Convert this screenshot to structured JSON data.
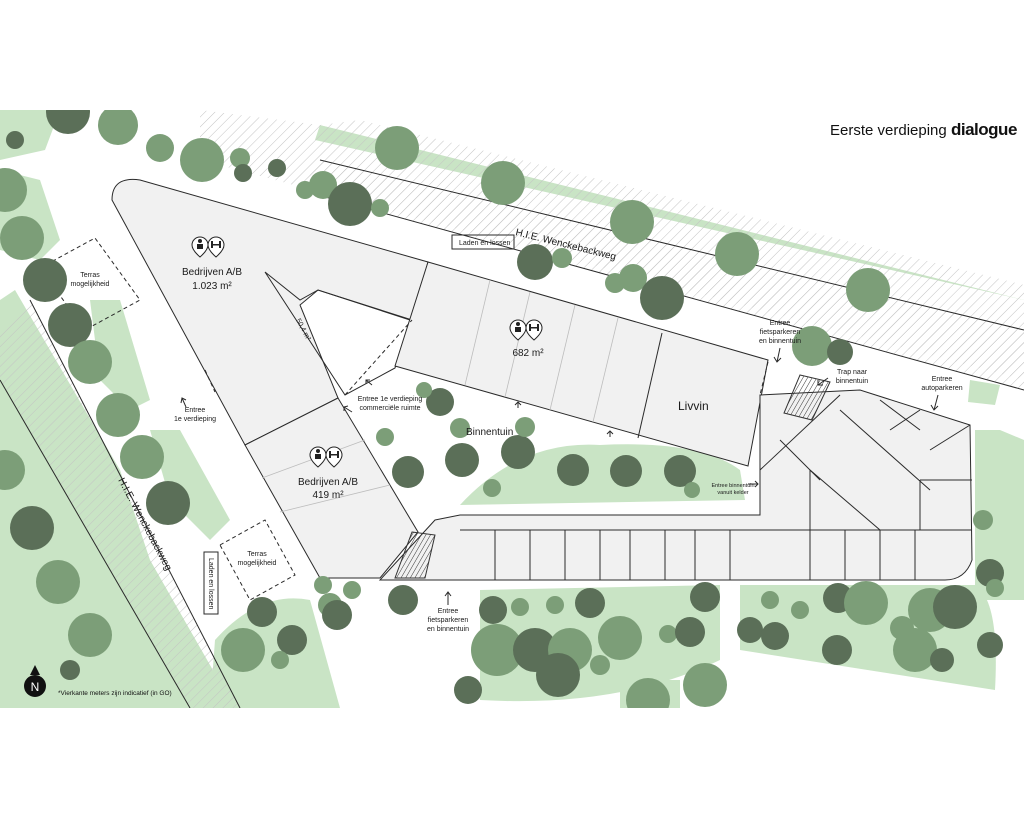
{
  "header": {
    "title": "Eerste verdieping",
    "logo": "dialogue"
  },
  "roads": {
    "top": "H.I.E. Wenckebackweg",
    "left": "H.I.E. Wenckebackweg"
  },
  "labels": {
    "laden_top": "Laden en lossen",
    "laden_left": "Laden en lossen",
    "terras_top": [
      "Terras",
      "mogelijkheid"
    ],
    "terras_bottom": [
      "Terras",
      "mogelijkheid"
    ],
    "notch_area": "50,4 m²",
    "binnentuin": "Binnentuin",
    "livvin": "Livvin"
  },
  "units": [
    {
      "name": "Bedrijven A/B",
      "area": "1.023 m²"
    },
    {
      "name": "",
      "area": "682 m²"
    },
    {
      "name": "Bedrijven A/B",
      "area": "419 m²"
    }
  ],
  "entrances": {
    "first_floor": [
      "Entree",
      "1e verdieping"
    ],
    "commercial": [
      "Entree 1e verdieping",
      "commerciële ruimte"
    ],
    "bike_top": [
      "Entree",
      "fietsparkeren",
      "en binnentuin"
    ],
    "stairs": [
      "Trap naar",
      "binnentuin"
    ],
    "car": [
      "Entree",
      "autoparkeren"
    ],
    "cellar": [
      "Entree binnentuin",
      "vanuit kelder"
    ],
    "bike_bottom": [
      "Entree",
      "fietsparkeren",
      "en binnentuin"
    ]
  },
  "footnote": "*Vierkante meters zijn indicatief (in GO)",
  "compass": "N",
  "colors": {
    "tree_dark": "#5b6f58",
    "tree_mid": "#7c9e78",
    "green_light": "#c9e4c5",
    "building": "#f1f1f1"
  }
}
